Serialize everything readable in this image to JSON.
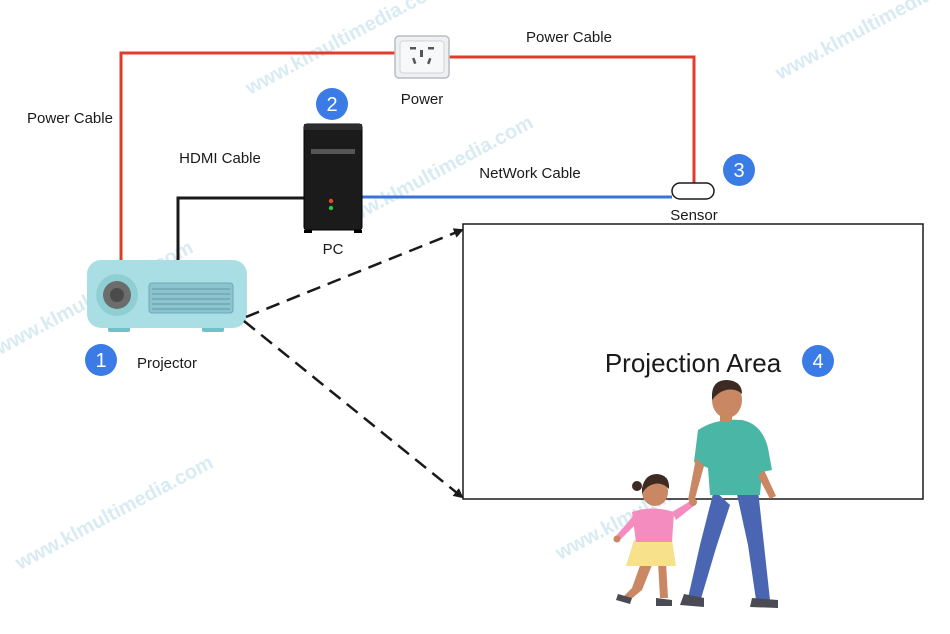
{
  "labels": {
    "power_cable_left": "Power Cable",
    "power_cable_top": "Power Cable",
    "power": "Power",
    "hdmi_cable": "HDMI Cable",
    "network_cable": "NetWork Cable",
    "sensor": "Sensor",
    "pc": "PC",
    "projector": "Projector",
    "projection_area": "Projection Area"
  },
  "badges": {
    "projector": "1",
    "pc": "2",
    "sensor": "3",
    "projection_area": "4"
  },
  "watermark": "www.klmultimedia.com",
  "colors": {
    "power_line": "#e03b2c",
    "network_line": "#3a73d6",
    "hdmi_line": "#1a1a1a",
    "badge": "#3b7be6",
    "projector_body": "#a9dfe4",
    "shirt_man": "#49b6a6",
    "pants_man": "#4a66b3",
    "shirt_girl": "#f48cbf",
    "skirt_girl": "#f7e18a",
    "skin": "#c98763",
    "hair": "#3d2b22"
  },
  "icons": {
    "outlet": "power-outlet-icon",
    "pc": "pc-tower-icon",
    "projector": "projector-icon",
    "sensor": "sensor-icon",
    "people": "people-illustration"
  }
}
